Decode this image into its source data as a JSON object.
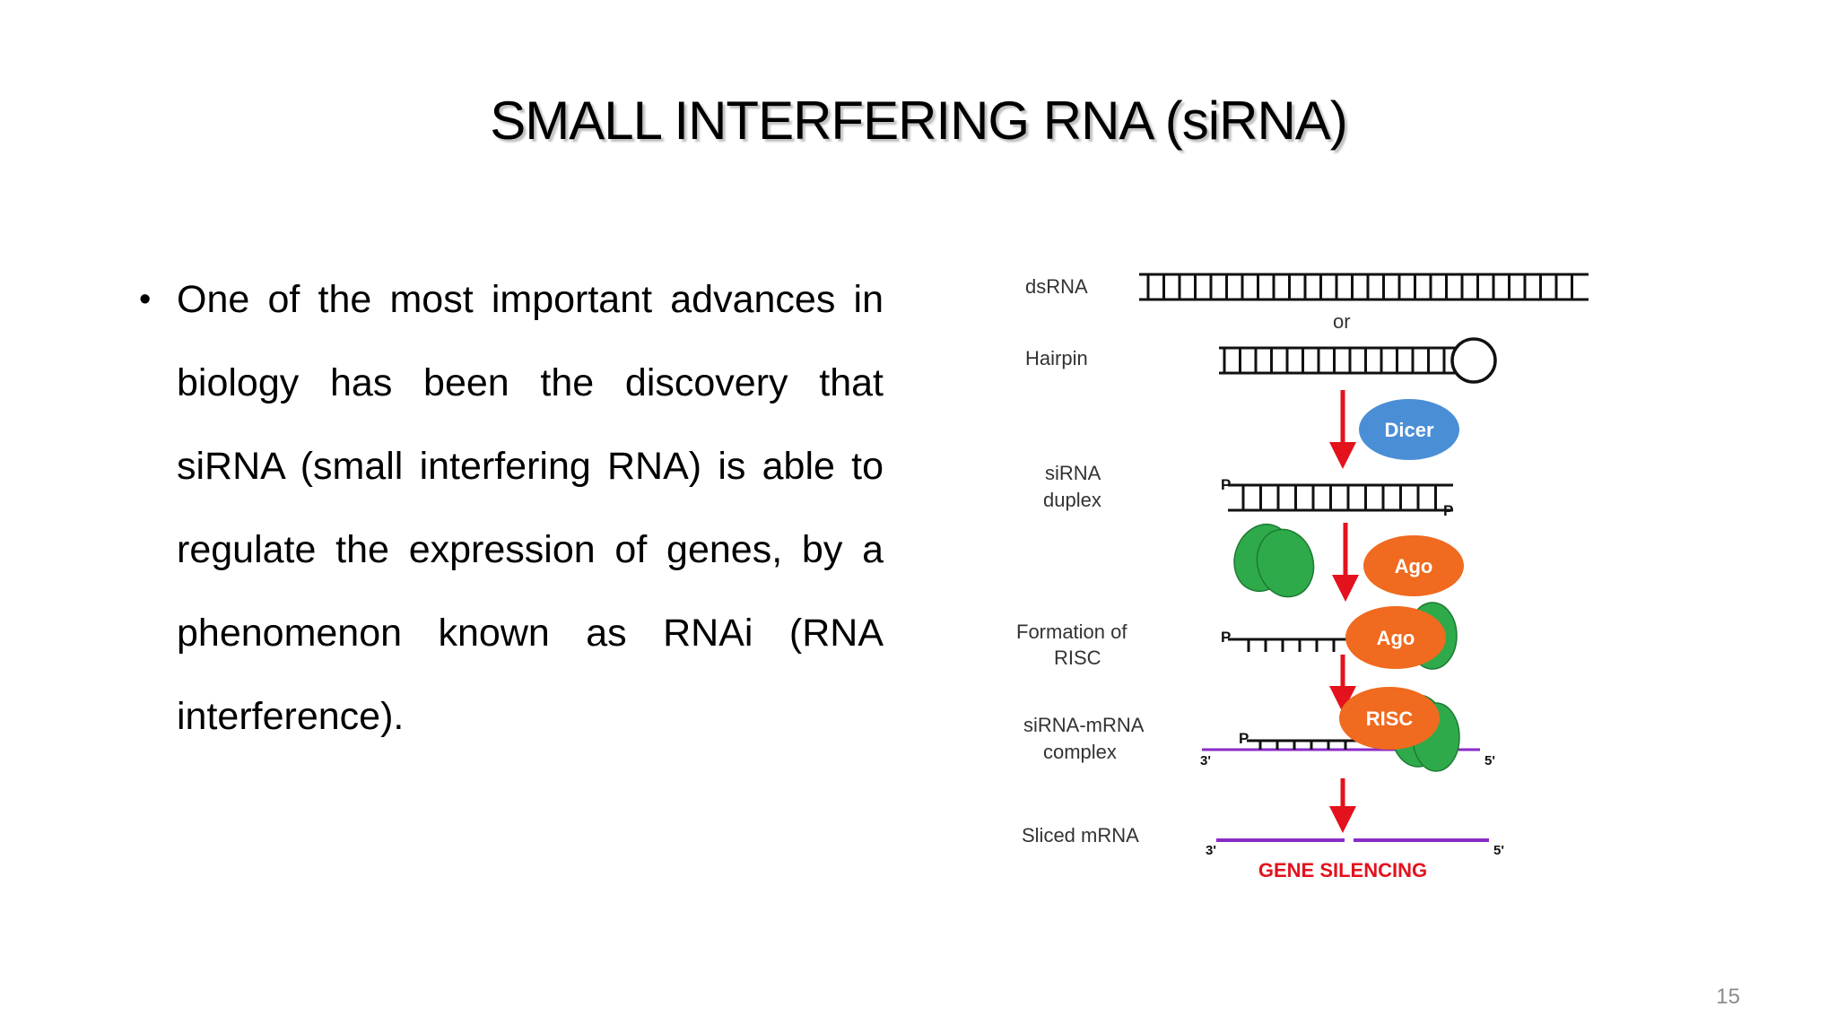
{
  "slide": {
    "title": "SMALL INTERFERING RNA (siRNA)",
    "bullet": "One of the most important advances in biology has been the discovery that siRNA (small interfering RNA) is able to regulate the expression of genes, by a phenomenon known as RNAi (RNA interference).",
    "page_number": "15"
  },
  "diagram": {
    "labels": {
      "dsrna": "dsRNA",
      "or": "or",
      "hairpin": "Hairpin",
      "sirna_duplex_1": "siRNA",
      "sirna_duplex_2": "duplex",
      "formation_1": "Formation of",
      "formation_2": "RISC",
      "complex_1": "siRNA-mRNA",
      "complex_2": "complex",
      "sliced": "Sliced mRNA",
      "gene_silencing": "GENE SILENCING"
    },
    "blobs": {
      "dicer": "Dicer",
      "ago": "Ago",
      "ago_risc": "Ago",
      "risc": "RISC"
    },
    "end_marks": {
      "p": "P",
      "three_prime": "3'",
      "five_prime": "5'"
    },
    "colors": {
      "arrow": "#e3121c",
      "dicer": "#4a8fd6",
      "ago": "#f06a1f",
      "protein": "#2eaa4a",
      "mrna": "#8a2bc7",
      "gene_silencing": "#e3121c"
    }
  }
}
